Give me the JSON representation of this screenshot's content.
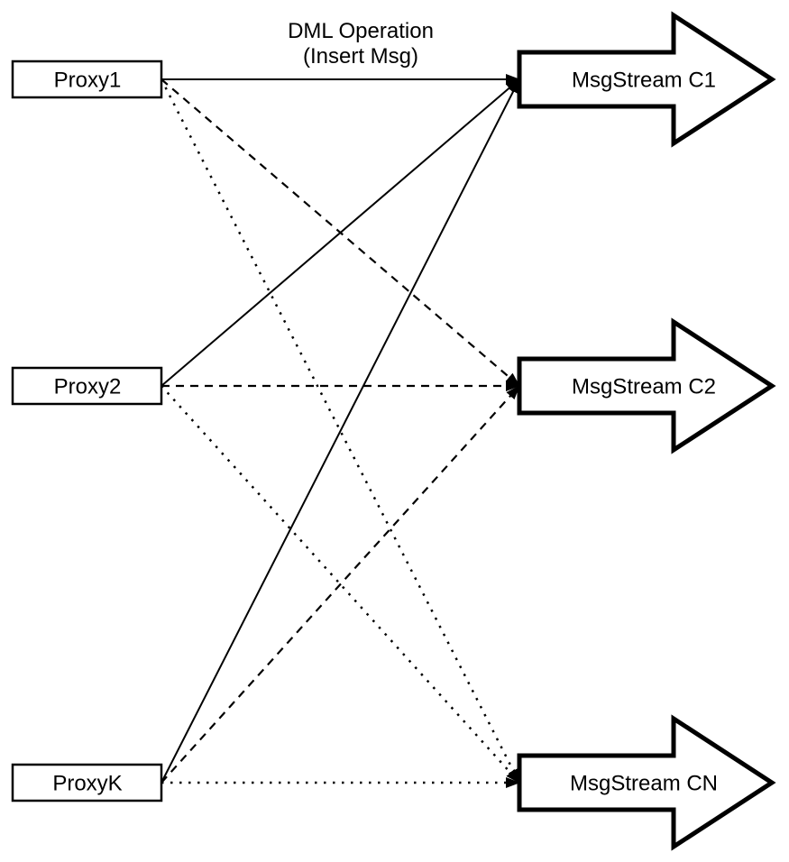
{
  "title": {
    "line1": "DML Operation",
    "line2": "(Insert Msg)"
  },
  "proxies": [
    {
      "label": "Proxy1"
    },
    {
      "label": "Proxy2"
    },
    {
      "label": "ProxyK"
    }
  ],
  "streams": [
    {
      "label": "MsgStream C1"
    },
    {
      "label": "MsgStream C2"
    },
    {
      "label": "MsgStream CN"
    }
  ],
  "edges": [
    {
      "from": "Proxy1",
      "to": "MsgStream C1",
      "style": "solid"
    },
    {
      "from": "Proxy2",
      "to": "MsgStream C1",
      "style": "solid"
    },
    {
      "from": "ProxyK",
      "to": "MsgStream C1",
      "style": "solid"
    },
    {
      "from": "Proxy1",
      "to": "MsgStream C2",
      "style": "dashed"
    },
    {
      "from": "Proxy2",
      "to": "MsgStream C2",
      "style": "dashed"
    },
    {
      "from": "ProxyK",
      "to": "MsgStream C2",
      "style": "dashed"
    },
    {
      "from": "Proxy1",
      "to": "MsgStream CN",
      "style": "dotted"
    },
    {
      "from": "Proxy2",
      "to": "MsgStream CN",
      "style": "dotted"
    },
    {
      "from": "ProxyK",
      "to": "MsgStream CN",
      "style": "dotted"
    }
  ],
  "colors": {
    "stroke": "#000000",
    "fill": "#ffffff",
    "background": "#ffffff"
  }
}
